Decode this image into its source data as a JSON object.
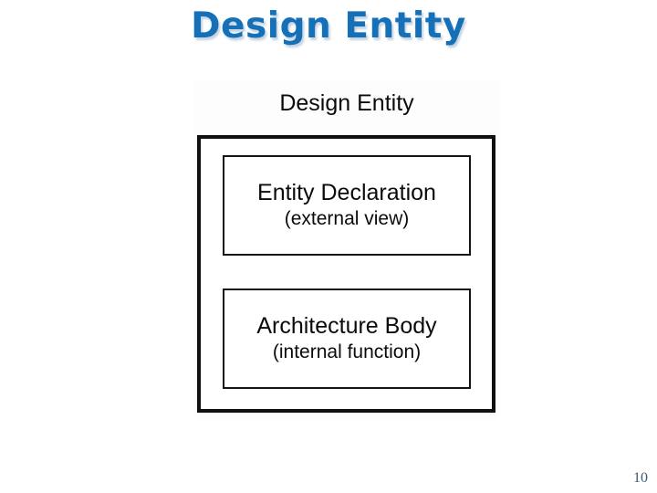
{
  "slide": {
    "title": "Design Entity",
    "title_color": "#1570b8",
    "background_color": "#ffffff",
    "page_number": "10",
    "page_number_color": "#3a5a73"
  },
  "diagram": {
    "header": "Design Entity",
    "outer_box_label": "Design Entity",
    "border_color": "#101010",
    "panel_background": "#fdfdfd",
    "boxes": [
      {
        "title": "Entity Declaration",
        "subtitle": "(external view)"
      },
      {
        "title": "Architecture Body",
        "subtitle": "(internal function)"
      }
    ]
  }
}
